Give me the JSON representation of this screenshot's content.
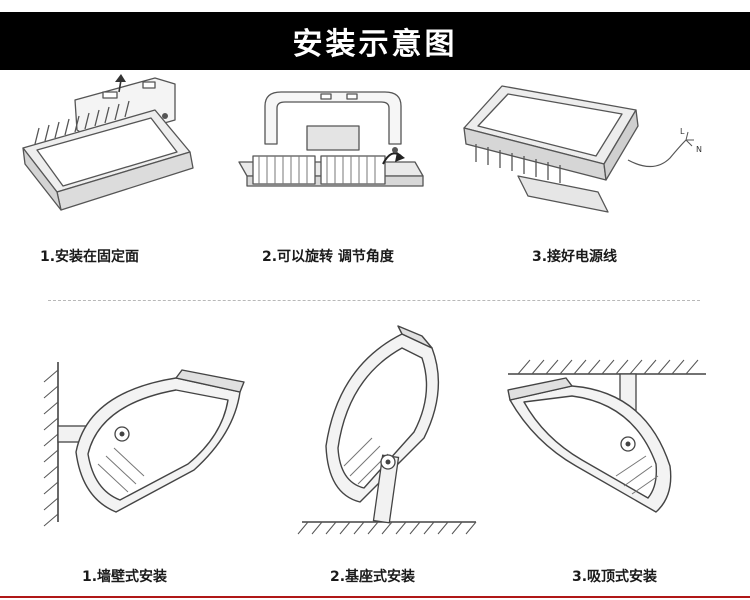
{
  "title": "安装示意图",
  "steps": [
    {
      "label": "1.安装在固定面"
    },
    {
      "label": "2.可以旋转 调节角度"
    },
    {
      "label": "3.接好电源线"
    }
  ],
  "wire_labels": {
    "l": "L",
    "n": "N"
  },
  "mount_types": [
    {
      "label": "1.墙壁式安装"
    },
    {
      "label": "2.基座式安装"
    },
    {
      "label": "3.吸顶式安装"
    }
  ]
}
